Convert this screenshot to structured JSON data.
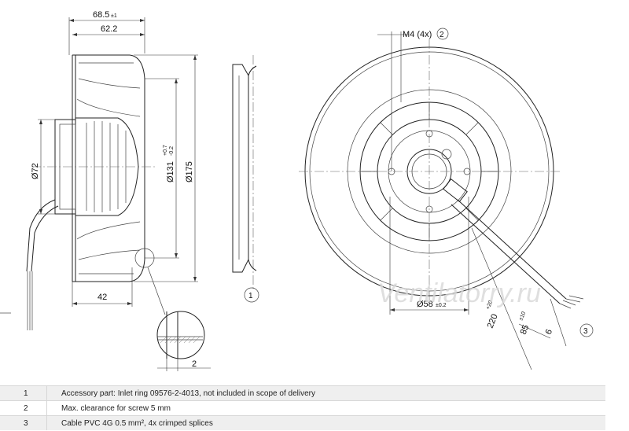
{
  "dimensions": {
    "width_overall": "68.5",
    "width_overall_tol": "±1",
    "width_wheel": "62.2",
    "dia_72": "Ø72",
    "dia_131": "Ø131",
    "dia_131_tol_upper": "+0.7",
    "dia_131_tol_lower": "-0.2",
    "dia_175": "Ø175",
    "depth_42": "42",
    "clearance_2": "2",
    "screw_label": "M4 (4x)",
    "screw_ref": "2",
    "dia_58": "Ø58",
    "dia_58_tol": "±0.2",
    "cable_220": "220",
    "cable_220_tol": "+20",
    "cable_85": "85",
    "cable_85_tol": "±10",
    "cable_6": "6"
  },
  "callouts": {
    "inlet_ring": "1",
    "cable": "3"
  },
  "watermark": "Ventilatorry.ru",
  "legend": [
    {
      "num": "1",
      "text": "Accessory part: Inlet ring 09576-2-4013, not included in scope of delivery"
    },
    {
      "num": "2",
      "text": "Max. clearance for screw 5 mm"
    },
    {
      "num": "3",
      "text": "Cable PVC 4G 0.5 mm², 4x crimped splices"
    }
  ]
}
